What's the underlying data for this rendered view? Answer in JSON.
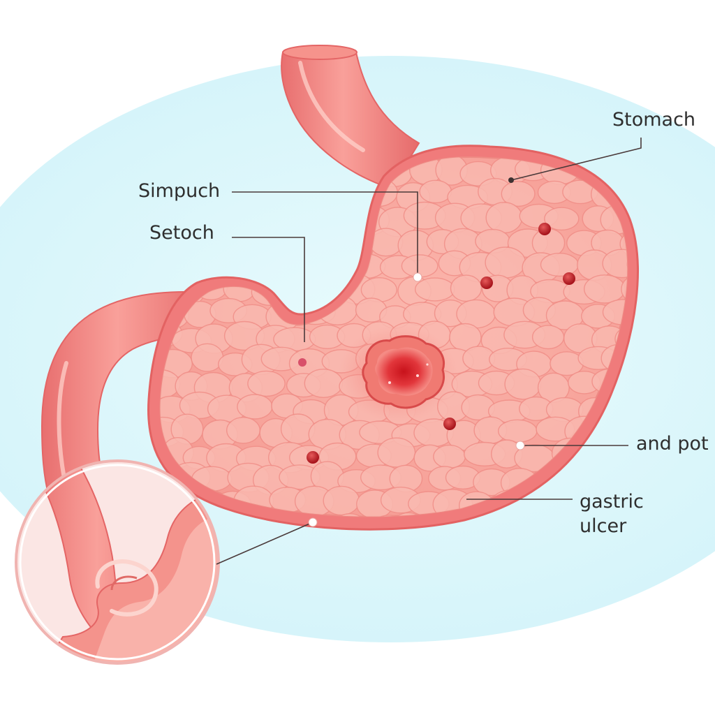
{
  "labels": {
    "stomach": "Stomach",
    "simpuch": "Simpuch",
    "setoch": "Setoch",
    "and_pot": "and pot",
    "gastric_line1": "gastric",
    "gastric_line2": "ulcer"
  },
  "colors": {
    "background_disc": "#d8f6fb",
    "stomach_outer": "#f07f7f",
    "stomach_inner": "#f7a6a0",
    "tissue_bump": "#f9b8b0",
    "ulcer_core": "#d51c24",
    "spot": "#c0282f",
    "leader_line": "#4a3a3a"
  },
  "icons": [
    "ulcer-crater",
    "small-lesion-dot",
    "magnifier-inset"
  ]
}
